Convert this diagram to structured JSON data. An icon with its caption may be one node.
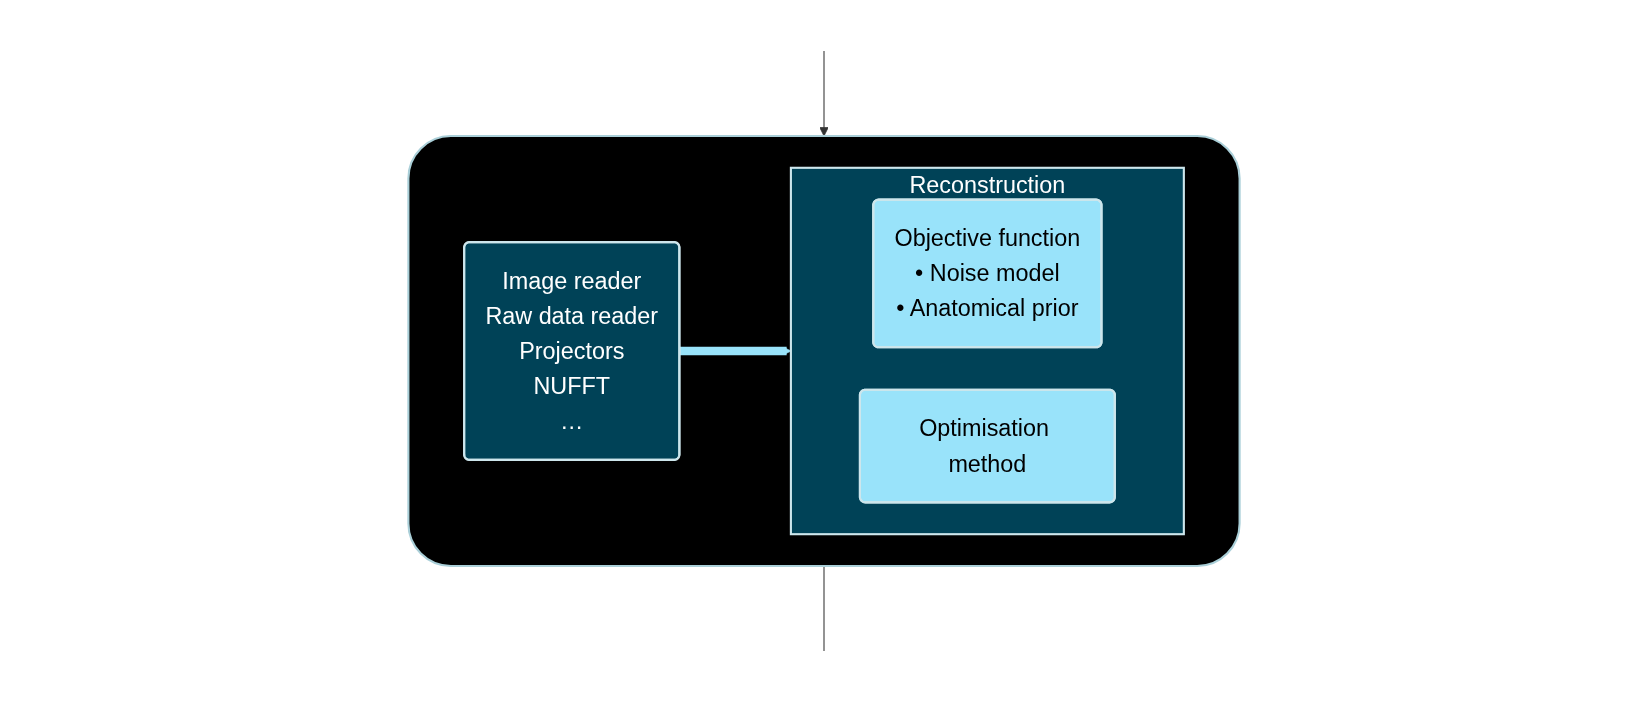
{
  "diagram": {
    "nodes": [
      {
        "text": [],
        "shape": "box"
      },
      {
        "text": [
          "Image reader",
          "Raw data reader",
          "Projectors",
          "NUFFT",
          "…"
        ],
        "in": 0
      },
      {
        "text": [
          "Reconstruction"
        ],
        "in": 0
      },
      {
        "text": [
          "Objective function",
          "• Noise model",
          "• Anatomical prior"
        ],
        "in": 2
      },
      {
        "text": [
          "Optimisation method"
        ],
        "in": 2
      }
    ],
    "edges": [
      {
        "from": null,
        "to": 0,
        "arrow": "to"
      },
      {
        "from": 1,
        "to": 2,
        "arrow": "to",
        "style": "thick",
        "color": "#99e3fa"
      },
      {
        "from": 0,
        "to": null,
        "arrow": "none"
      }
    ]
  }
}
